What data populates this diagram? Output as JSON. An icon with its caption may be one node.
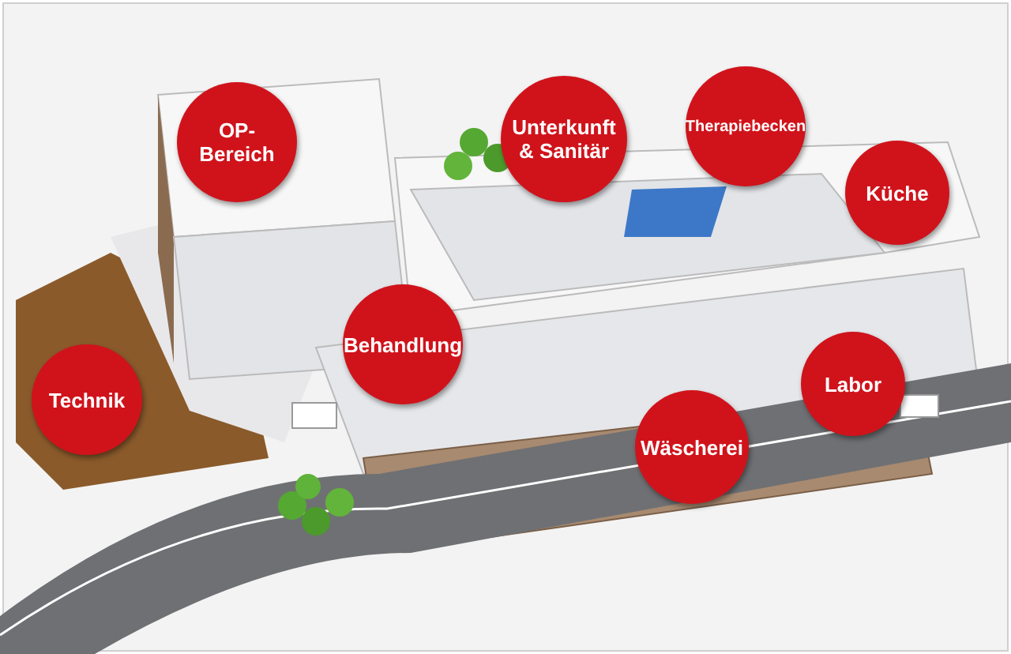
{
  "diagram": {
    "nodes": [
      {
        "text": [
          "OP-Bereich"
        ]
      },
      {
        "text": [
          "Unterkunft & Sanitär"
        ]
      },
      {
        "text": [
          "Therapiebecken"
        ]
      },
      {
        "text": [
          "Küche"
        ]
      },
      {
        "text": [
          "Behandlung"
        ]
      },
      {
        "text": [
          "Technik"
        ]
      },
      {
        "text": [
          "Labor"
        ]
      },
      {
        "text": [
          "Wäscherei"
        ]
      }
    ]
  }
}
